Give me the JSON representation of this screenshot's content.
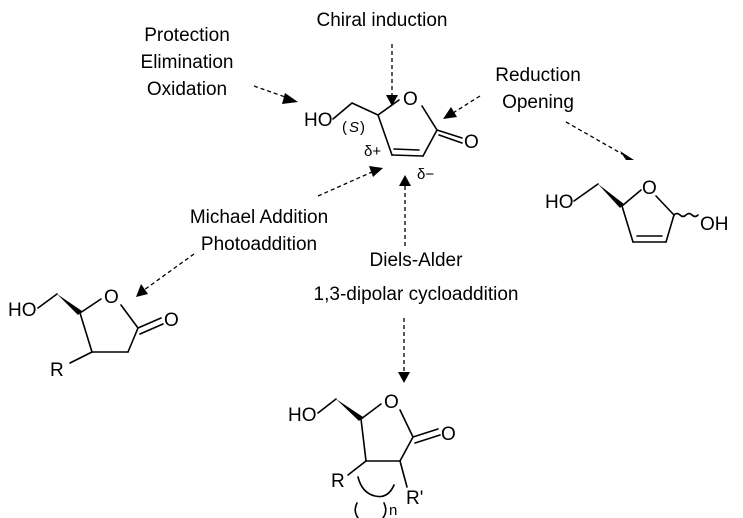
{
  "labels": {
    "chiral_induction": "Chiral induction",
    "protection": "Protection",
    "elimination": "Elimination",
    "oxidation": "Oxidation",
    "reduction": "Reduction",
    "opening": "Opening",
    "michael_addition": "Michael Addition",
    "photoaddition": "Photoaddition",
    "diels_alder": "Diels-Alder",
    "dipolar_cycloaddition": "1,3-dipolar cycloaddition"
  },
  "center_molecule": {
    "ho": "HO",
    "ring_o": "O",
    "carbonyl_o": "O",
    "stereo_open": "(",
    "stereo_s": "S",
    "stereo_close": ")",
    "delta_plus": "δ+",
    "delta_minus": "δ−"
  },
  "lactol_product": {
    "ho": "HO",
    "ring_o": "O",
    "oh": "OH"
  },
  "michael_product": {
    "ho": "HO",
    "ring_o": "O",
    "carbonyl_o": "O",
    "r": "R"
  },
  "cycloadduct_product": {
    "ho": "HO",
    "ring_o": "O",
    "carbonyl_o": "O",
    "r": "R",
    "r_prime": "R'",
    "n": "n"
  }
}
